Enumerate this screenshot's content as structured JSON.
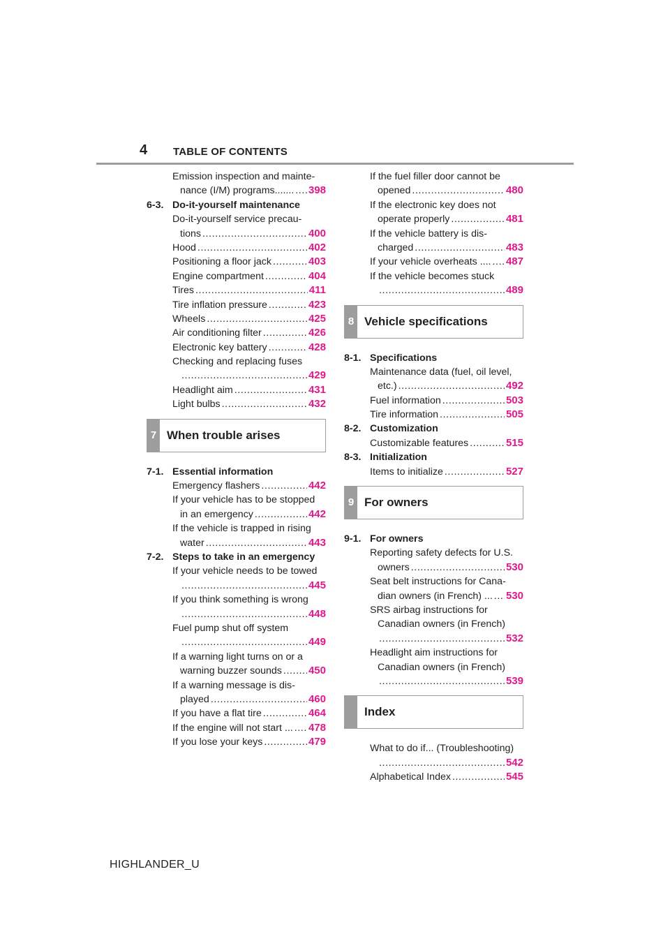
{
  "header": {
    "page_number": "4",
    "title": "TABLE OF CONTENTS"
  },
  "footer": {
    "model": "HIGHLANDER_U"
  },
  "left": {
    "intro": [
      {
        "lines": [
          "Emission inspection and mainte-",
          "nance (I/M) programs......."
        ],
        "page": "398"
      }
    ],
    "sec_6_3": {
      "num": "6-3.",
      "title": "Do-it-yourself maintenance"
    },
    "items_6_3": [
      {
        "lines": [
          "Do-it-yourself service precau-",
          "tions"
        ],
        "page": "400"
      },
      {
        "lines": [
          "Hood"
        ],
        "page": "402"
      },
      {
        "lines": [
          "Positioning a floor jack"
        ],
        "page": "403"
      },
      {
        "lines": [
          "Engine compartment"
        ],
        "page": "404"
      },
      {
        "lines": [
          "Tires"
        ],
        "page": "411"
      },
      {
        "lines": [
          "Tire inflation pressure"
        ],
        "page": "423"
      },
      {
        "lines": [
          "Wheels"
        ],
        "page": "425"
      },
      {
        "lines": [
          "Air conditioning filter"
        ],
        "page": "426"
      },
      {
        "lines": [
          "Electronic key battery"
        ],
        "page": "428"
      },
      {
        "lines": [
          "Checking and replacing fuses",
          ""
        ],
        "page": "429"
      },
      {
        "lines": [
          "Headlight aim"
        ],
        "page": "431"
      },
      {
        "lines": [
          "Light bulbs"
        ],
        "page": "432"
      }
    ],
    "chapter7": {
      "num": "7",
      "title": "When trouble arises"
    },
    "sec_7_1": {
      "num": "7-1.",
      "title": "Essential information"
    },
    "items_7_1": [
      {
        "lines": [
          "Emergency flashers"
        ],
        "page": "442"
      },
      {
        "lines": [
          "If your vehicle has to be stopped",
          "in an emergency"
        ],
        "page": "442"
      },
      {
        "lines": [
          "If the vehicle is trapped in rising",
          "water"
        ],
        "page": "443"
      }
    ],
    "sec_7_2": {
      "num": "7-2.",
      "title": "Steps to take in an emergency"
    },
    "items_7_2": [
      {
        "lines": [
          "If your vehicle needs to be towed",
          ""
        ],
        "page": "445"
      },
      {
        "lines": [
          "If you think something is wrong",
          ""
        ],
        "page": "448"
      },
      {
        "lines": [
          "Fuel pump shut off system",
          ""
        ],
        "page": "449"
      },
      {
        "lines": [
          "If a warning light turns on or a",
          "warning buzzer sounds"
        ],
        "page": "450"
      },
      {
        "lines": [
          "If a warning message is dis-",
          "played"
        ],
        "page": "460"
      },
      {
        "lines": [
          "If you have a flat tire"
        ],
        "page": "464"
      },
      {
        "lines": [
          "If the engine will not start ..."
        ],
        "page": "478"
      },
      {
        "lines": [
          "If you lose your keys"
        ],
        "page": "479"
      }
    ]
  },
  "right": {
    "intro": [
      {
        "lines": [
          "If the fuel filler door cannot be",
          "opened"
        ],
        "page": "480"
      },
      {
        "lines": [
          "If the electronic key does not",
          "operate properly"
        ],
        "page": "481"
      },
      {
        "lines": [
          "If the vehicle battery is dis-",
          "charged"
        ],
        "page": "483"
      },
      {
        "lines": [
          "If your vehicle overheats ...."
        ],
        "page": "487"
      },
      {
        "lines": [
          "If the vehicle becomes stuck",
          ""
        ],
        "page": "489"
      }
    ],
    "chapter8": {
      "num": "8",
      "title": "Vehicle specifications"
    },
    "sec_8_1": {
      "num": "8-1.",
      "title": "Specifications"
    },
    "items_8_1": [
      {
        "lines": [
          "Maintenance data (fuel, oil level,",
          "etc.)"
        ],
        "page": "492"
      },
      {
        "lines": [
          "Fuel information"
        ],
        "page": "503"
      },
      {
        "lines": [
          "Tire information"
        ],
        "page": "505"
      }
    ],
    "sec_8_2": {
      "num": "8-2.",
      "title": "Customization"
    },
    "items_8_2": [
      {
        "lines": [
          "Customizable features"
        ],
        "page": "515"
      }
    ],
    "sec_8_3": {
      "num": "8-3.",
      "title": "Initialization"
    },
    "items_8_3": [
      {
        "lines": [
          "Items to initialize"
        ],
        "page": "527"
      }
    ],
    "chapter9": {
      "num": "9",
      "title": "For owners"
    },
    "sec_9_1": {
      "num": "9-1.",
      "title": "For owners"
    },
    "items_9_1": [
      {
        "lines": [
          "Reporting safety defects for U.S.",
          "owners"
        ],
        "page": "530"
      },
      {
        "lines": [
          "Seat belt instructions for Cana-",
          "dian owners (in French) ..."
        ],
        "page": "530"
      },
      {
        "lines": [
          "SRS airbag instructions for",
          "Canadian owners (in French)",
          ""
        ],
        "page": "532"
      },
      {
        "lines": [
          "Headlight aim instructions for",
          "Canadian owners (in French)",
          ""
        ],
        "page": "539"
      }
    ],
    "chapter_index": {
      "num": "",
      "title": "Index"
    },
    "items_index": [
      {
        "lines": [
          "What to do if... (Troubleshooting)",
          ""
        ],
        "page": "542"
      },
      {
        "lines": [
          "Alphabetical Index"
        ],
        "page": "545"
      }
    ]
  }
}
